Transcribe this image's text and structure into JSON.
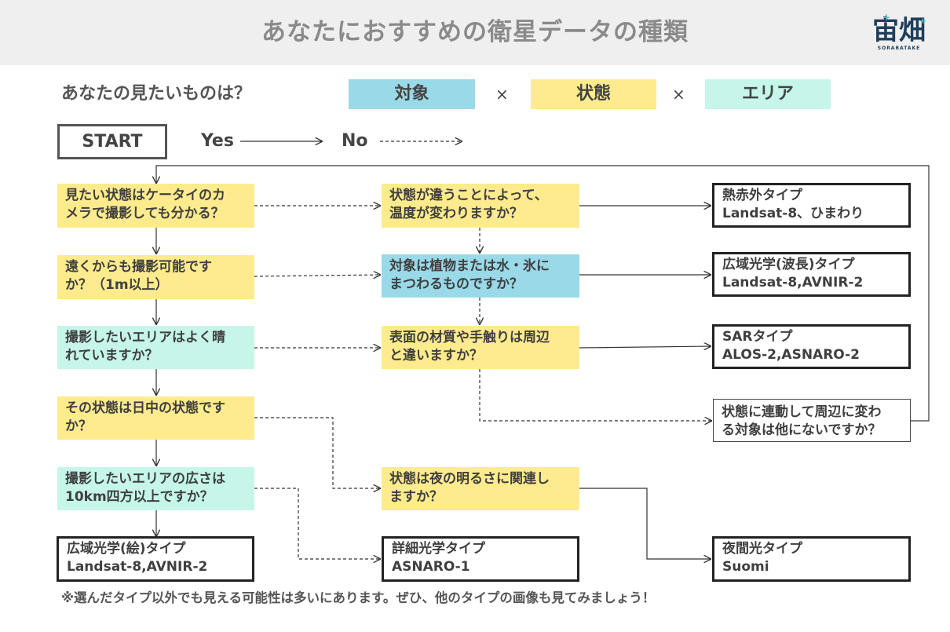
{
  "header": {
    "title": "あなたにおすすめの衛星データの種類",
    "logo_text": "宙畑",
    "logo_sub": "SORABATAKE"
  },
  "prompt": {
    "question": "あなたの見たいものは？",
    "categories": [
      {
        "label": "対象",
        "color": "#99d9e8"
      },
      {
        "label": "状態",
        "color": "#fdeb8e"
      },
      {
        "label": "エリア",
        "color": "#c6f6ea"
      }
    ],
    "times": "×"
  },
  "legend": {
    "start": "START",
    "yes": "Yes",
    "no": "No"
  },
  "nodes": {
    "q1": {
      "line1": "見たい状態はケータイのカ",
      "line2": "メラで撮影しても分かる？"
    },
    "q2": {
      "line1": "遠くからも撮影可能です",
      "line2": "か？（1m以上）"
    },
    "q3": {
      "line1": "撮影したいエリアはよく晴",
      "line2": "れていますか？"
    },
    "q4": {
      "line1": "その状態は日中の状態です",
      "line2": "か？"
    },
    "q5": {
      "line1": "撮影したいエリアの広さは",
      "line2": "10km四方以上ですか？"
    },
    "q6": {
      "line1": "状態が違うことによって、",
      "line2": "温度が変わりますか？"
    },
    "q7": {
      "line1": "対象は植物または水・氷に",
      "line2": "まつわるものですか？"
    },
    "q8": {
      "line1": "表面の材質や手触りは周辺",
      "line2": "と違いますか？"
    },
    "q9": {
      "line1": "状態は夜の明るさに関連し",
      "line2": "ますか？"
    },
    "q10": {
      "line1": "状態に連動して周辺に変わ",
      "line2": "る対象は他にないですか？"
    },
    "r_thermal": {
      "line1": "熱赤外タイプ",
      "line2": "Landsat-8、ひまわり"
    },
    "r_wide_wave": {
      "line1": "広域光学(波長)タイプ",
      "line2": "Landsat-8,AVNIR-2"
    },
    "r_sar": {
      "line1": "SARタイプ",
      "line2": "ALOS-2,ASNARO-2"
    },
    "r_wide_pic": {
      "line1": "広域光学(絵)タイプ",
      "line2": "Landsat-8,AVNIR-2"
    },
    "r_detail": {
      "line1": "詳細光学タイプ",
      "line2": "ASNARO-1"
    },
    "r_night": {
      "line1": "夜間光タイプ",
      "line2": "Suomi"
    }
  },
  "footnote": "※選んだタイプ以外でも見える可能性は多いにあります。ぜひ、他のタイプの画像も見てみましょう！"
}
